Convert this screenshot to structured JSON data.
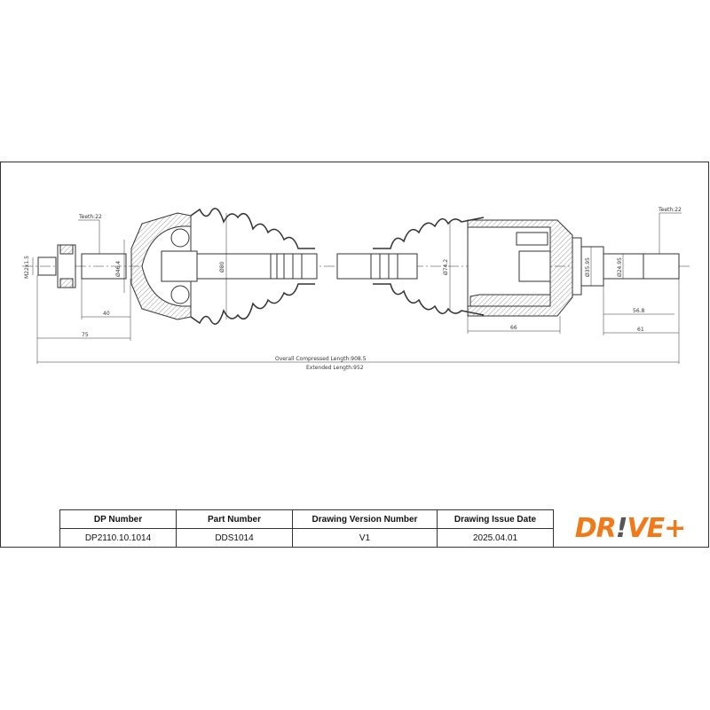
{
  "drawing": {
    "left_teeth": "Teeth:22",
    "right_teeth": "Teeth:22",
    "thread": "M22x1.5",
    "dia_outer_shaft": "Ø46.4",
    "dia_outer_boot": "Ø80",
    "dia_inner_boot": "Ø74.2",
    "dia_flange": "Ø35.95",
    "dia_inner_shaft": "Ø24.95",
    "dim_40": "40",
    "dim_75": "75",
    "dim_66": "66",
    "dim_56_8": "56.8",
    "dim_61": "61",
    "overall_length": "Overall  Compressed  Length:908.5",
    "extended_length": "Extended  Length:952"
  },
  "title_block": {
    "headers": [
      "DP Number",
      "Part Number",
      "Drawing Version Number",
      "Drawing Issue Date"
    ],
    "values": [
      "DP2110.10.1014",
      "DDS1014",
      "V1",
      "2025.04.01"
    ]
  },
  "logo": {
    "text_a": "DR",
    "text_b": "!",
    "text_c": "VE+",
    "brand_color": "#f07a1a"
  }
}
